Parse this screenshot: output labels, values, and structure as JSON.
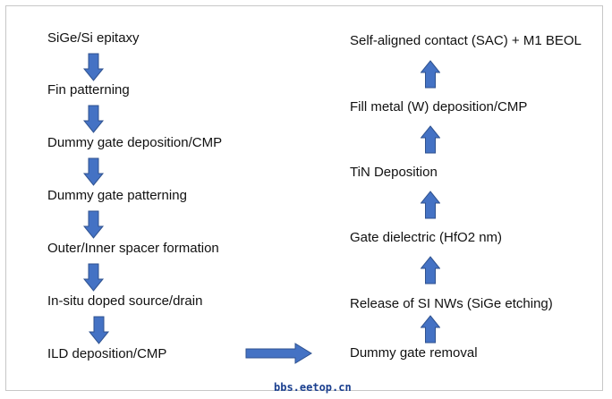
{
  "left_steps": [
    "SiGe/Si epitaxy",
    "Fin patterning",
    "Dummy gate deposition/CMP",
    "Dummy gate patterning",
    "Outer/Inner spacer formation",
    "In-situ doped source/drain",
    "ILD deposition/CMP"
  ],
  "right_steps": [
    "Self-aligned contact (SAC) + M1 BEOL",
    "Fill metal (W) deposition/CMP",
    "TiN Deposition",
    "Gate dielectric (HfO2 nm)",
    "Release of SI NWs (SiGe etching)",
    "Dummy gate removal"
  ],
  "watermark": "bbs.eetop.cn",
  "colors": {
    "arrow_fill": "#4472c4",
    "arrow_stroke": "#2f528f",
    "text": "#111111"
  },
  "icons": {
    "down": "down-arrow-icon",
    "up": "up-arrow-icon",
    "right": "right-arrow-icon"
  }
}
